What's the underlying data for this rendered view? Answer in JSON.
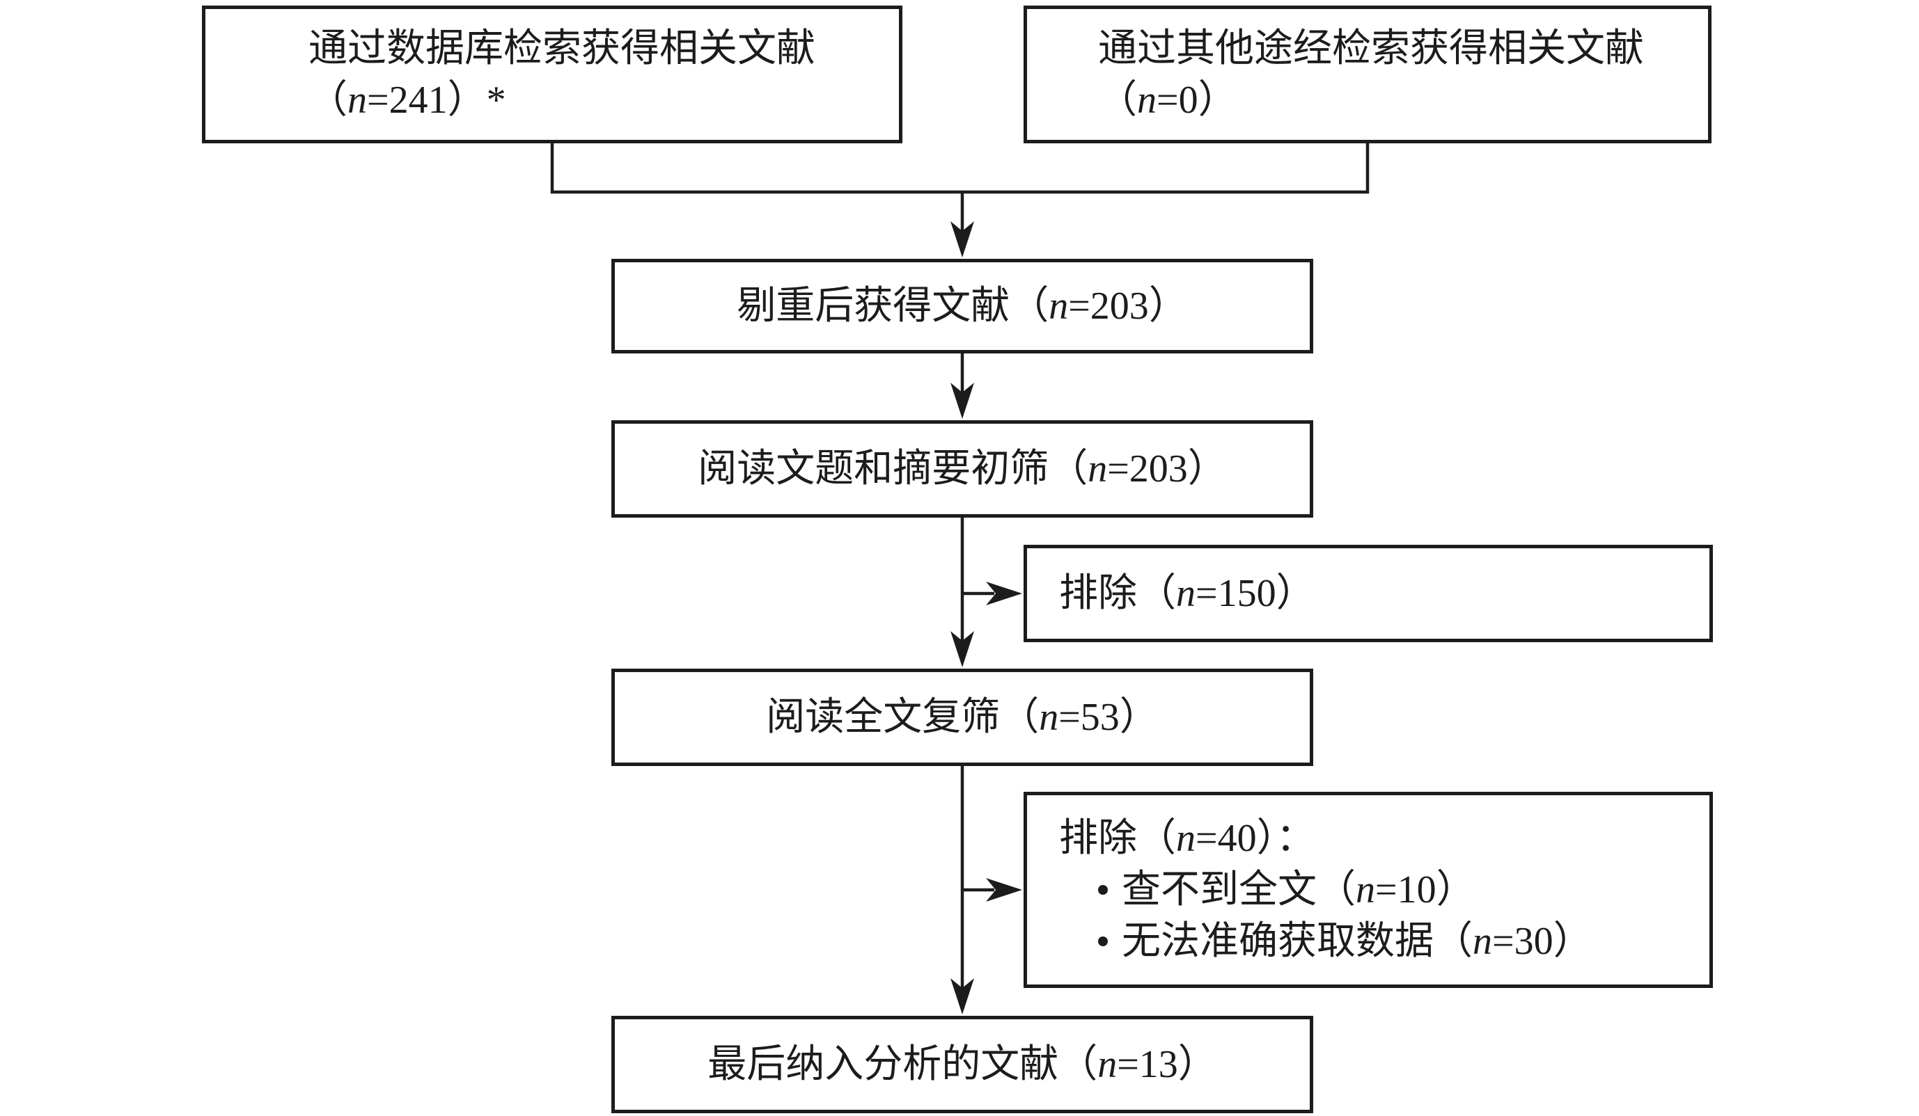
{
  "flowchart": {
    "colors": {
      "line": "#1c1c1c",
      "text": "#1c1c1c",
      "background": "#ffffff"
    },
    "boxes": {
      "database_search": {
        "line1": "通过数据库检索获得相关文献",
        "line2": "（n=241）*"
      },
      "other_sources": {
        "line1": "通过其他途经检索获得相关文献",
        "line2": "（n=0）"
      },
      "after_dedup": {
        "label": "剔重后获得文献（n=203）"
      },
      "title_abstract_screening": {
        "label": "阅读文题和摘要初筛（n=203）"
      },
      "excluded_initial": {
        "label": "排除（n=150）"
      },
      "fulltext_screening": {
        "label": "阅读全文复筛（n=53）"
      },
      "excluded_fulltext": {
        "heading": "排除（n=40）：",
        "bullets": [
          "查不到全文（n=10）",
          "无法准确获取数据（n=30）"
        ]
      },
      "final_included": {
        "label": "最后纳入分析的文献（n=13）"
      }
    }
  }
}
